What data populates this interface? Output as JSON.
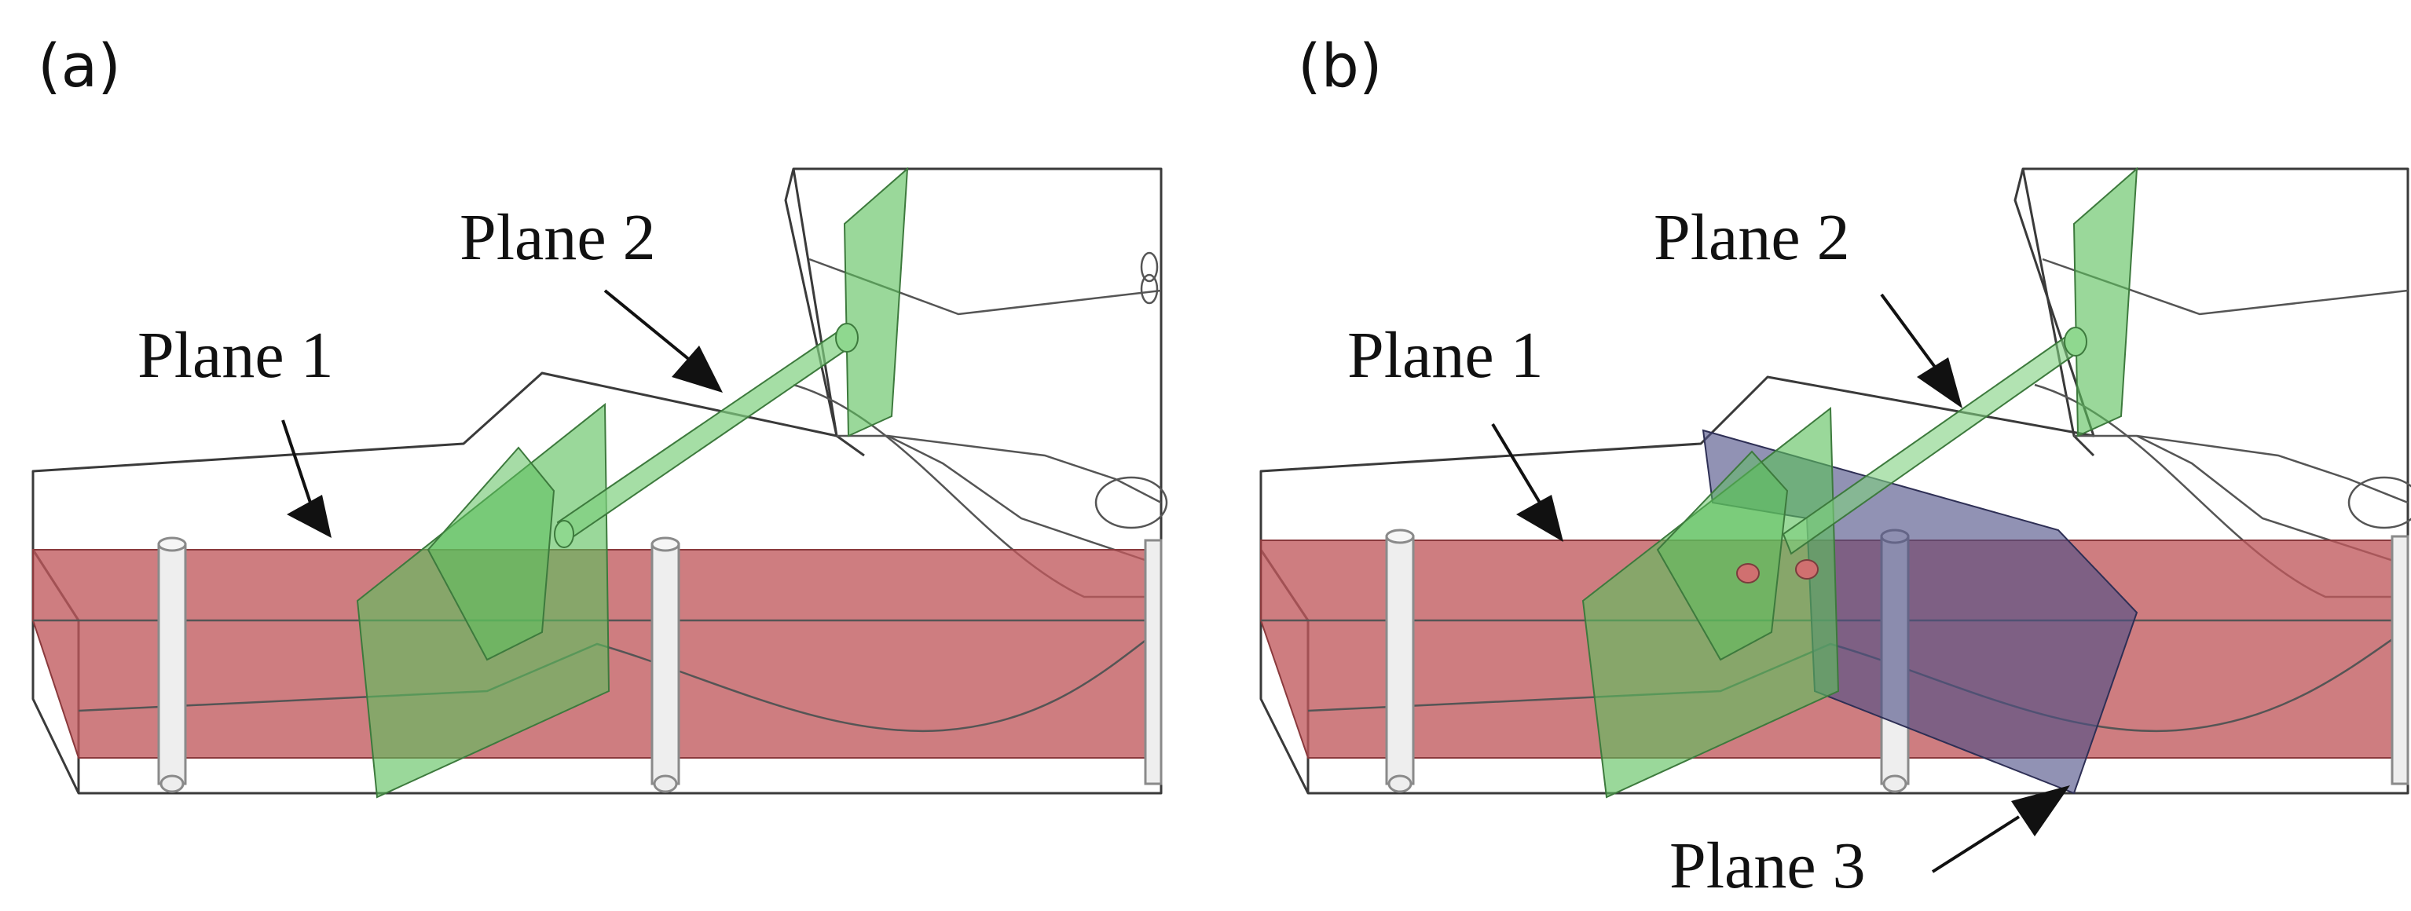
{
  "panels": [
    {
      "label": "(a)",
      "planes": [
        {
          "label": "Plane 1"
        },
        {
          "label": "Plane 2"
        }
      ]
    },
    {
      "label": "(b)",
      "planes": [
        {
          "label": "Plane 1"
        },
        {
          "label": "Plane 2"
        },
        {
          "label": "Plane 3"
        }
      ]
    }
  ],
  "colors": {
    "plane_red": "#c0585c",
    "plane_green": "#5cc05c",
    "plane_blue": "#4d4f86",
    "outline": "#3a3a3a"
  }
}
